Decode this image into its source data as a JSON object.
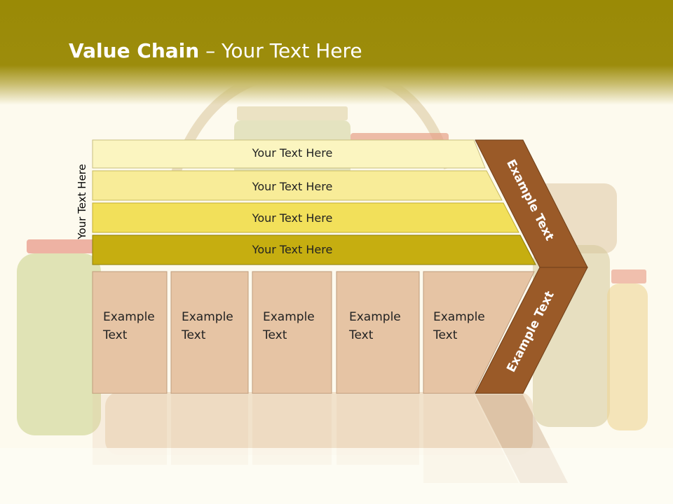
{
  "slide": {
    "title_bold": "Value Chain",
    "title_rest": " – Your Text Here",
    "side_label": "Your Text Here"
  },
  "rows": [
    {
      "label": "Your Text Here",
      "color": "#fbf5c0"
    },
    {
      "label": "Your Text Here",
      "color": "#f8ec98"
    },
    {
      "label": "Your Text Here",
      "color": "#f2e05a"
    },
    {
      "label": "Your Text Here",
      "color": "#c6ae10"
    }
  ],
  "cells": [
    {
      "line1": "Example",
      "line2": "Text"
    },
    {
      "line1": "Example",
      "line2": "Text"
    },
    {
      "line1": "Example",
      "line2": "Text"
    },
    {
      "line1": "Example",
      "line2": "Text"
    },
    {
      "line1": "Example",
      "line2": "Text"
    }
  ],
  "chevron": {
    "upper_label": "Example Text",
    "lower_label": "Example Text",
    "color": "#9a5a28"
  },
  "colors": {
    "header": "#9a8a06",
    "cell_fill": "#e6c4a4",
    "cell_stroke": "#bf9c7c"
  }
}
